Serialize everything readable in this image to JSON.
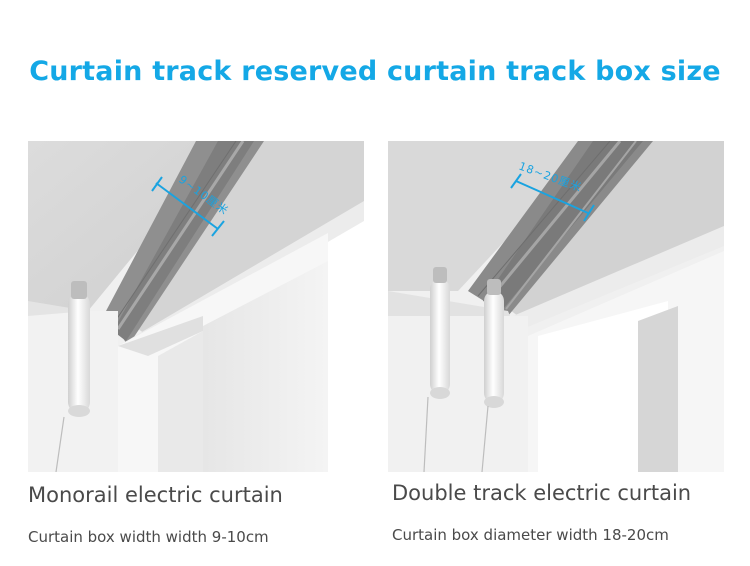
{
  "title": "Curtain track reserved curtain track box size",
  "left": {
    "heading": "Monorail electric curtain",
    "subheading": "Curtain box width width 9-10cm",
    "dimension_label": "9~10厘米"
  },
  "right": {
    "heading": "Double track electric curtain",
    "subheading": "Curtain box diameter width 18-20cm",
    "dimension_label": "18~20厘米"
  },
  "colors": {
    "accent": "#14a8e6",
    "caption_text": "#4a4a4a"
  }
}
